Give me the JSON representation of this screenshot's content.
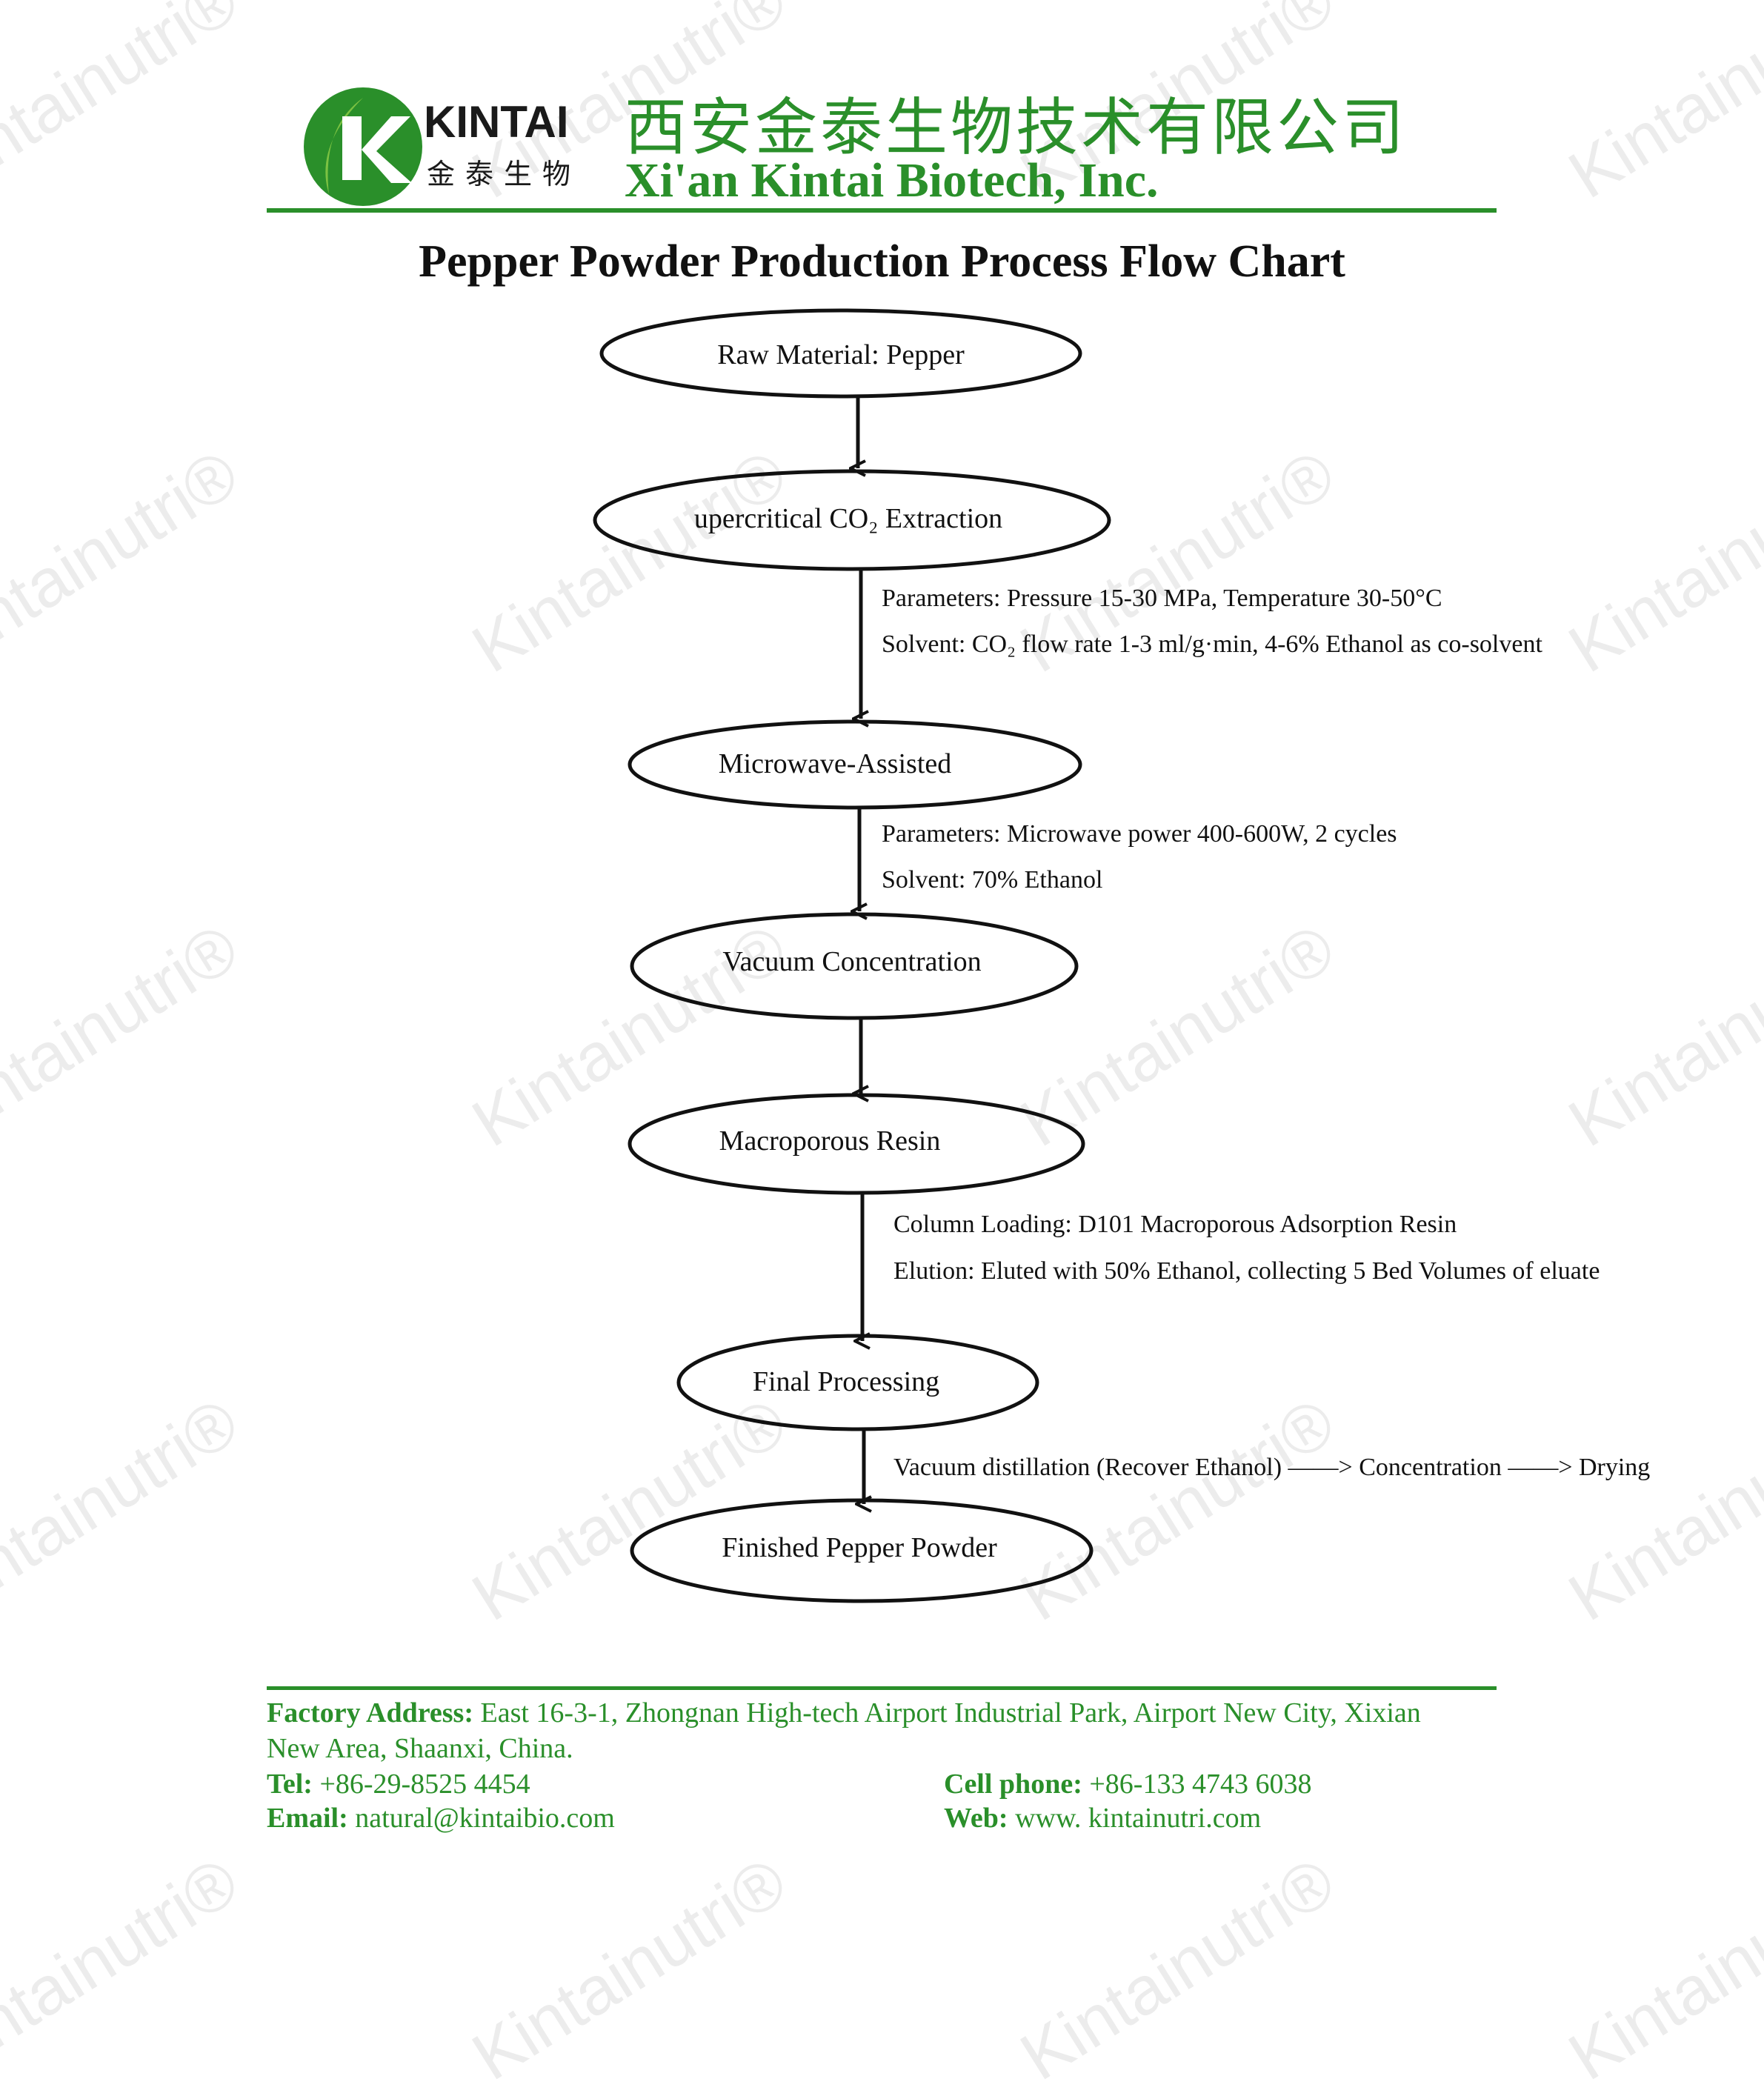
{
  "watermark": "Kintainutri®",
  "company": {
    "logo_text": "KINTAI",
    "logo_subtext": "金泰生物",
    "name_cn": "西安金泰生物技术有限公司",
    "name_en": "Xi'an Kintai Biotech, Inc."
  },
  "colors": {
    "brand_green": "#2a8f2a",
    "logo_light_green": "#7cc242"
  },
  "title": "Pepper Powder Production Process Flow Chart",
  "flow": {
    "steps": [
      "Raw Material: Pepper",
      "upercritical CO₂ Extraction",
      "Microwave-Assisted",
      "Vacuum Concentration",
      "Macroporous Resin",
      "Final Processing",
      "Finished Pepper Powder"
    ],
    "notes": {
      "co2": [
        "Parameters: Pressure 15-30 MPa, Temperature 30-50°C",
        "Solvent: CO₂ flow rate 1-3 ml/g·min, 4-6% Ethanol as co-solvent"
      ],
      "microwave": [
        "Parameters: Microwave power 400-600W, 2 cycles",
        "Solvent: 70% Ethanol"
      ],
      "resin": [
        "Column Loading: D101 Macroporous Adsorption Resin",
        "Elution: Eluted with 50% Ethanol, collecting 5 Bed Volumes of eluate"
      ],
      "final": "Vacuum distillation (Recover Ethanol) ——> Concentration ——> Drying"
    }
  },
  "footer": {
    "address_label": "Factory Address:",
    "address_line1": "East 16-3-1, Zhongnan High-tech Airport Industrial Park, Airport New City, Xixian",
    "address_line2": "New Area, Shaanxi, China.",
    "tel_label": "Tel:",
    "tel": "+86-29-8525 4454",
    "cell_label": "Cell phone:",
    "cell": "+86-133 4743 6038",
    "email_label": "Email:",
    "email": "natural@kintaibio.com",
    "web_label": "Web:",
    "web": "www. kintainutri.com"
  }
}
